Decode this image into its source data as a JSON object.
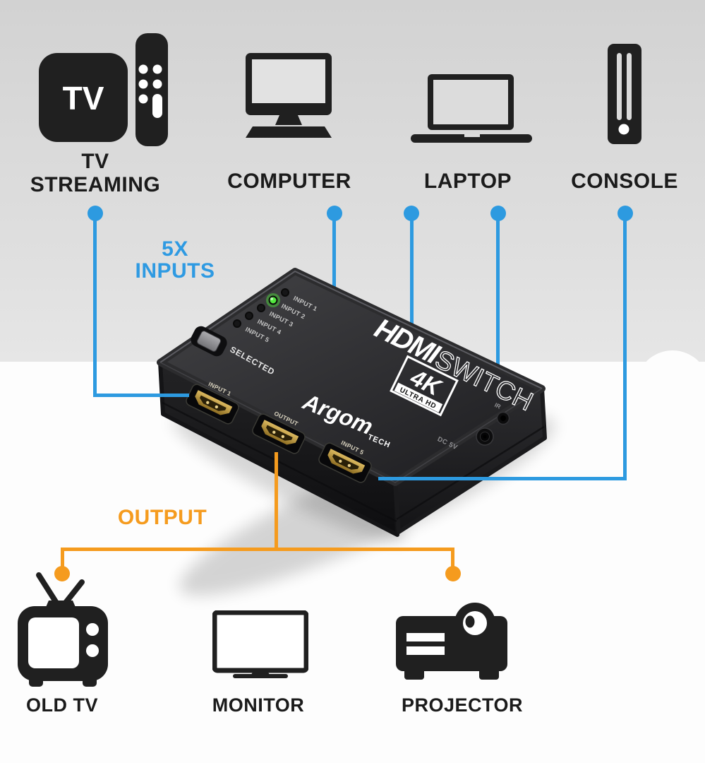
{
  "colors": {
    "blue": "#2D9AE0",
    "orange": "#F59B1E",
    "icon_dark": "#202020",
    "led_green": "#52e93e",
    "gold": "#C9A544"
  },
  "annotations": {
    "inputs_line1": "5X",
    "inputs_line2": "INPUTS",
    "output": "OUTPUT"
  },
  "sources": [
    {
      "label_line1": "TV",
      "label_line2": "STREAMING",
      "icon": "tv-streaming-icon",
      "box_text": "TV"
    },
    {
      "label": "COMPUTER",
      "icon": "computer-icon"
    },
    {
      "label": "LAPTOP",
      "icon": "laptop-icon"
    },
    {
      "label": "CONSOLE",
      "icon": "console-icon"
    }
  ],
  "displays": [
    {
      "label": "OLD TV",
      "icon": "old-tv-icon"
    },
    {
      "label": "MONITOR",
      "icon": "monitor-icon"
    },
    {
      "label": "PROJECTOR",
      "icon": "projector-icon"
    }
  ],
  "device": {
    "logo_hdmi": "HDMI",
    "logo_switch": "SWITCH",
    "badge_4k": "4K",
    "badge_ultrahd": "ULTRA HD",
    "brand": "Argom",
    "brand_suffix": "TECH",
    "selected_label": "SELECTED",
    "leds": [
      {
        "label": "INPUT 1",
        "lit": false
      },
      {
        "label": "INPUT 2",
        "lit": true
      },
      {
        "label": "INPUT 3",
        "lit": false
      },
      {
        "label": "INPUT 4",
        "lit": false
      },
      {
        "label": "INPUT 5",
        "lit": false
      }
    ],
    "front_ports": [
      {
        "label": "INPUT 1"
      },
      {
        "label": "OUTPUT"
      },
      {
        "label": "INPUT 5"
      }
    ],
    "side_ports": {
      "dc_label": "DC 5V",
      "ir_label": "IR"
    }
  }
}
